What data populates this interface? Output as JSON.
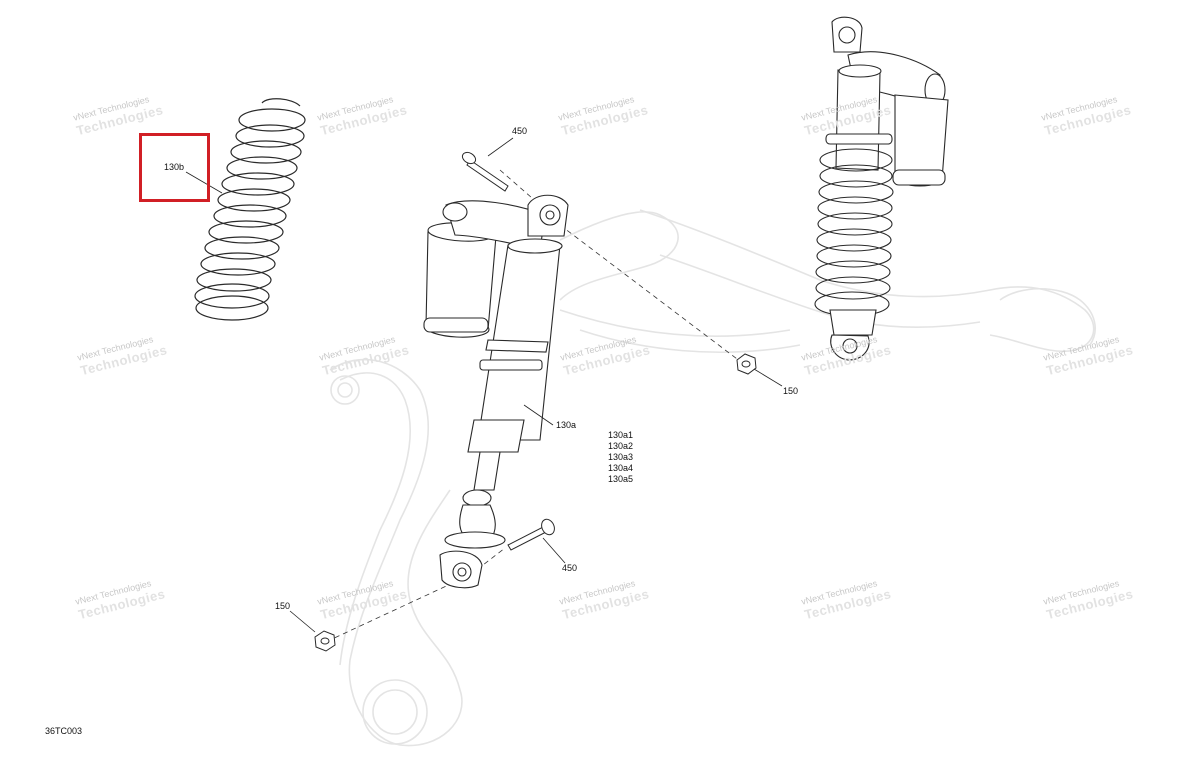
{
  "diagram": {
    "ref_code": "36TC003",
    "highlight_color": "#d11f25",
    "callouts": {
      "spring": "130b",
      "shock": "130a",
      "bolt_top": "450",
      "bolt_bottom": "450",
      "nut_right": "150",
      "nut_left": "150",
      "variants": [
        "130a1",
        "130a2",
        "130a3",
        "130a4",
        "130a5"
      ]
    },
    "watermark": {
      "line1": "vNext Technologies",
      "line2": "Technologies"
    }
  }
}
